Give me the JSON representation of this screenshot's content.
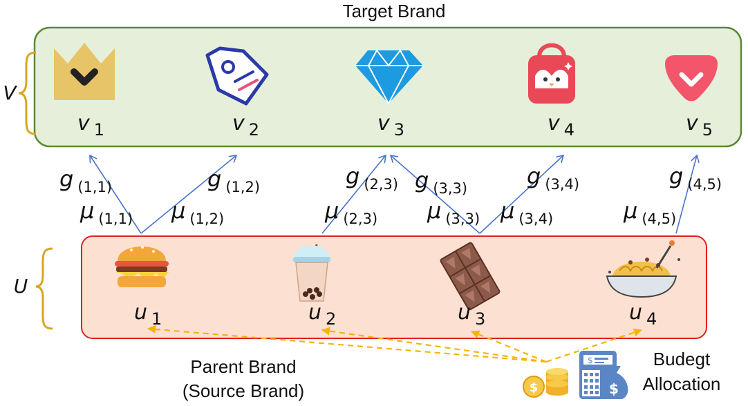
{
  "target_brand_label": "Target Brand",
  "parent_brand_line1": "Parent Brand",
  "parent_brand_line2": "(Source Brand)",
  "budget_line1": "Budegt",
  "budget_line2": "Allocation",
  "set_v": "V",
  "set_u": "U",
  "targets": [
    {
      "base": "v",
      "sub": "1",
      "icon": "crown-icon"
    },
    {
      "base": "v",
      "sub": "2",
      "icon": "tag-icon"
    },
    {
      "base": "v",
      "sub": "3",
      "icon": "diamond-icon"
    },
    {
      "base": "v",
      "sub": "4",
      "icon": "shopping-bag-icon"
    },
    {
      "base": "v",
      "sub": "5",
      "icon": "pocket-icon"
    }
  ],
  "sources": [
    {
      "base": "u",
      "sub": "1",
      "icon": "burger-icon"
    },
    {
      "base": "u",
      "sub": "2",
      "icon": "bubble-tea-icon"
    },
    {
      "base": "u",
      "sub": "3",
      "icon": "chocolate-bar-icon"
    },
    {
      "base": "u",
      "sub": "4",
      "icon": "spaghetti-icon"
    }
  ],
  "edges": [
    {
      "g": "g",
      "g_sub": "(1,1)",
      "mu": "μ",
      "mu_sub": "(1,1)"
    },
    {
      "g": "g",
      "g_sub": "(1,2)",
      "mu": "μ",
      "mu_sub": "(1,2)"
    },
    {
      "g": "g",
      "g_sub": "(2,3)",
      "mu": "μ",
      "mu_sub": "(2,3)"
    },
    {
      "g": "g",
      "g_sub": "(3,3)",
      "mu": "μ",
      "mu_sub": "(3,3)"
    },
    {
      "g": "g",
      "g_sub": "(3,4)",
      "mu": "μ",
      "mu_sub": "(3,4)"
    },
    {
      "g": "g",
      "g_sub": "(4,5)",
      "mu": "μ",
      "mu_sub": "(4,5)"
    }
  ],
  "colors": {
    "target_box_fill": "#e6efd9",
    "target_box_stroke": "#5a8a32",
    "source_box_fill": "#fce0d2",
    "source_box_stroke": "#e02020",
    "edge_arrow": "#4a72c8",
    "budget_arrow": "#f5b400",
    "brace": "#d9a520"
  }
}
